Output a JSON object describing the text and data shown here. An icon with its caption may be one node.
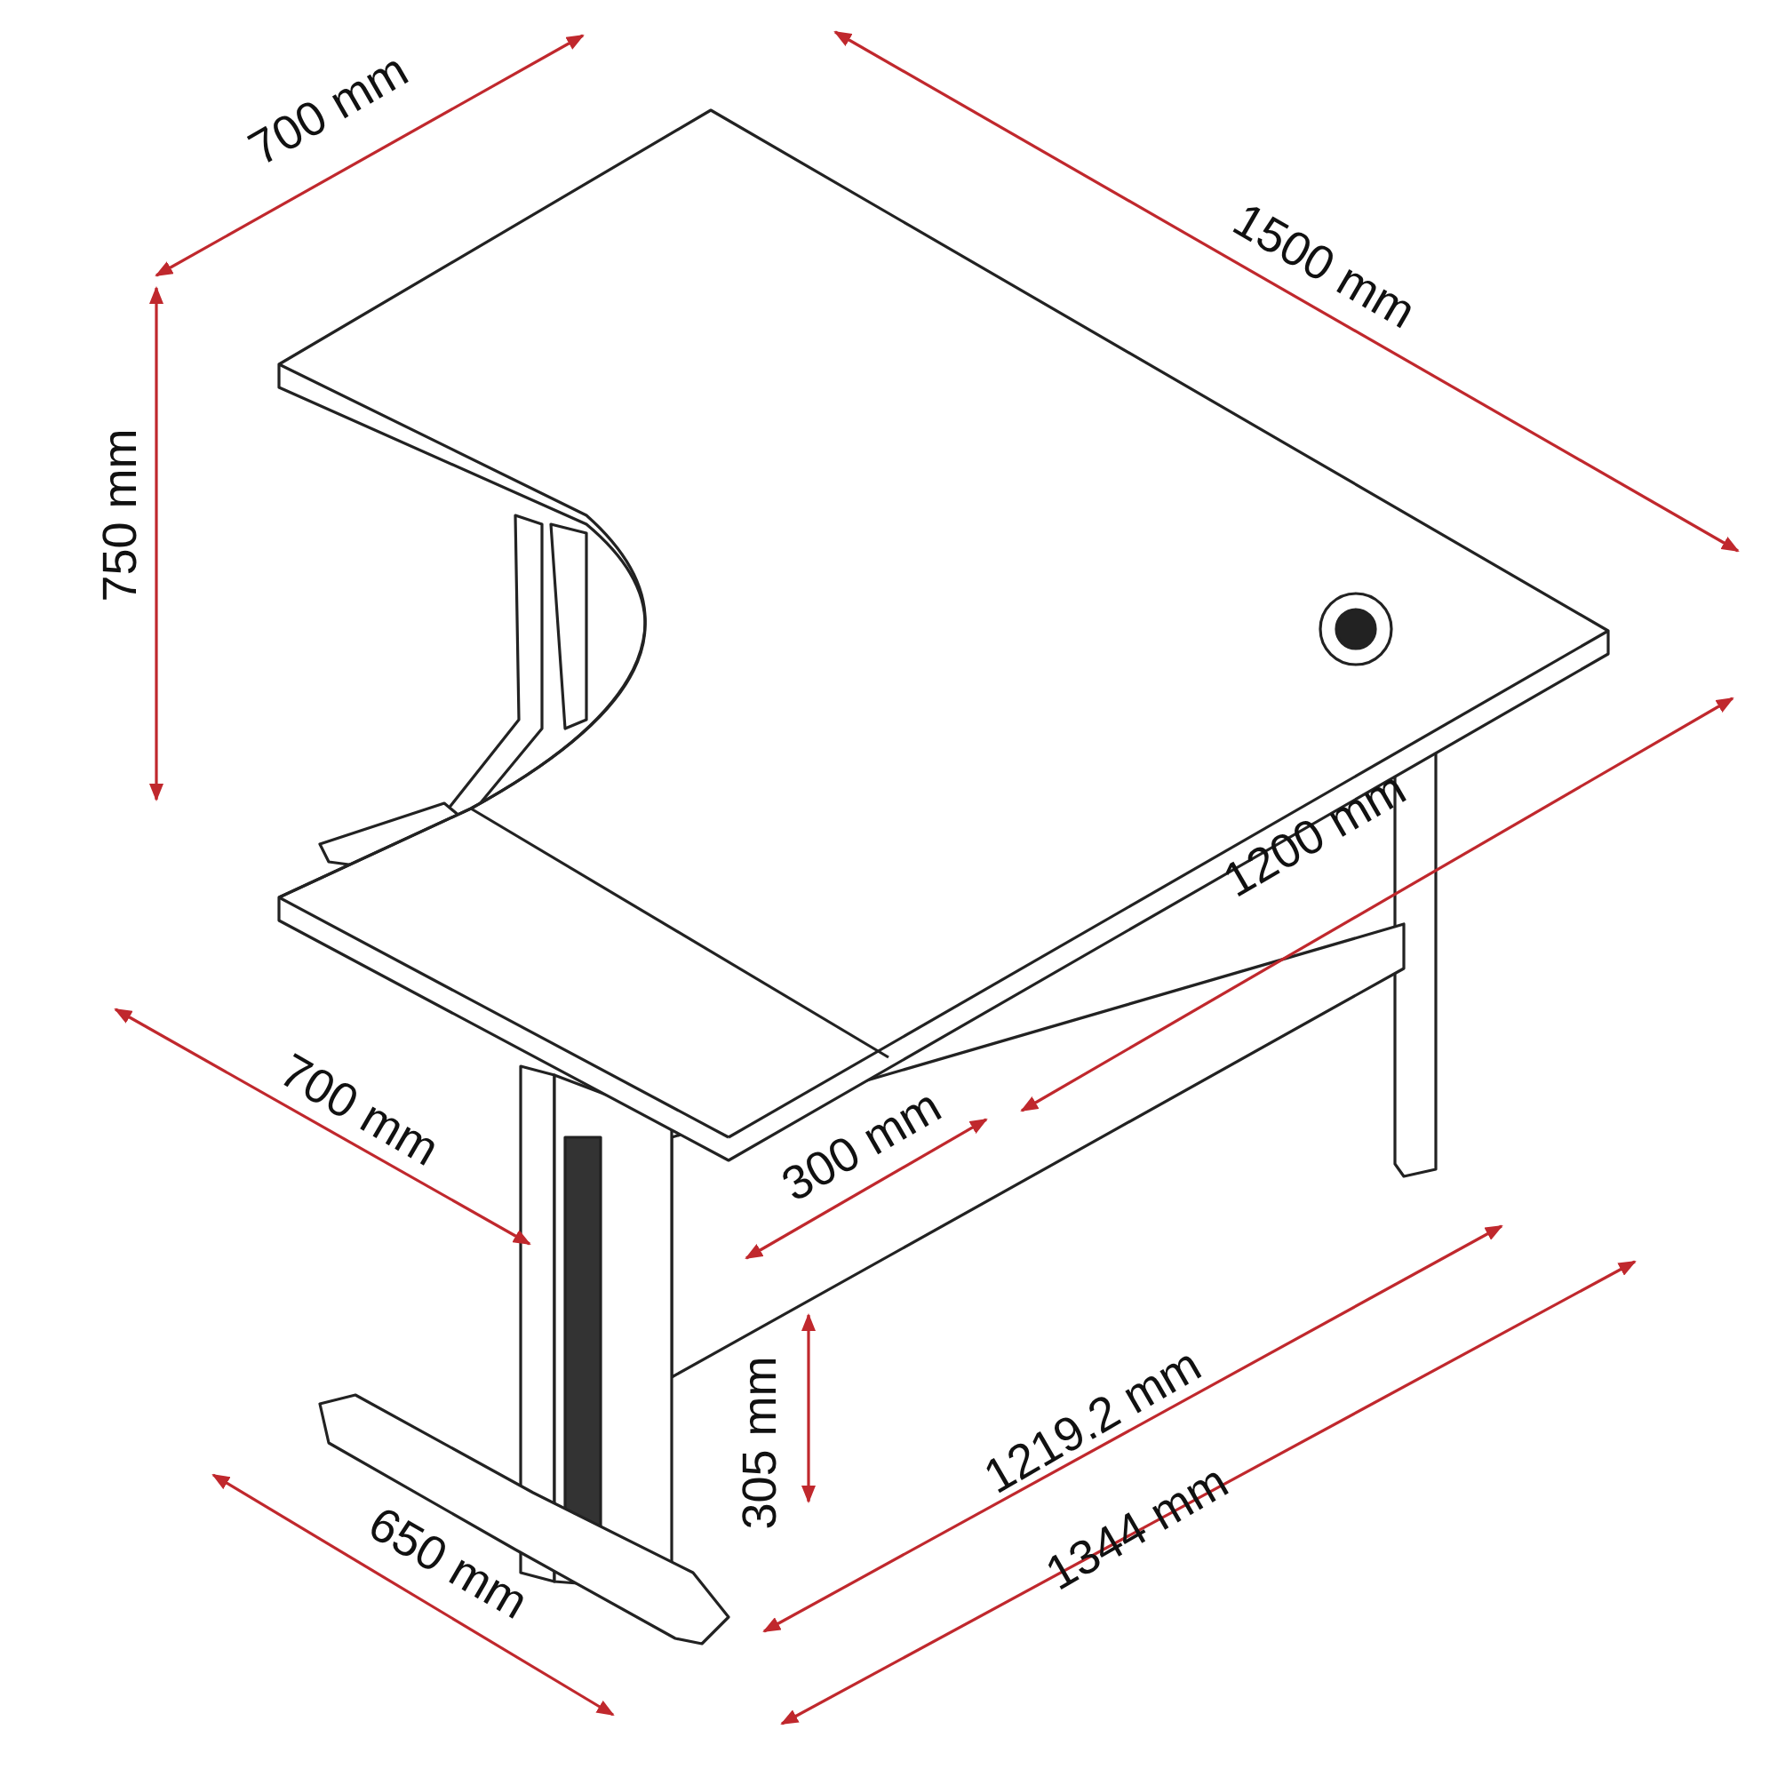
{
  "diagram": {
    "labels": [
      "700 mm",
      "1500 mm",
      "750 mm",
      "1200 mm",
      "700 mm",
      "300 mm",
      "305 mm",
      "1219.2 mm",
      "1344 mm",
      "650 mm"
    ]
  }
}
